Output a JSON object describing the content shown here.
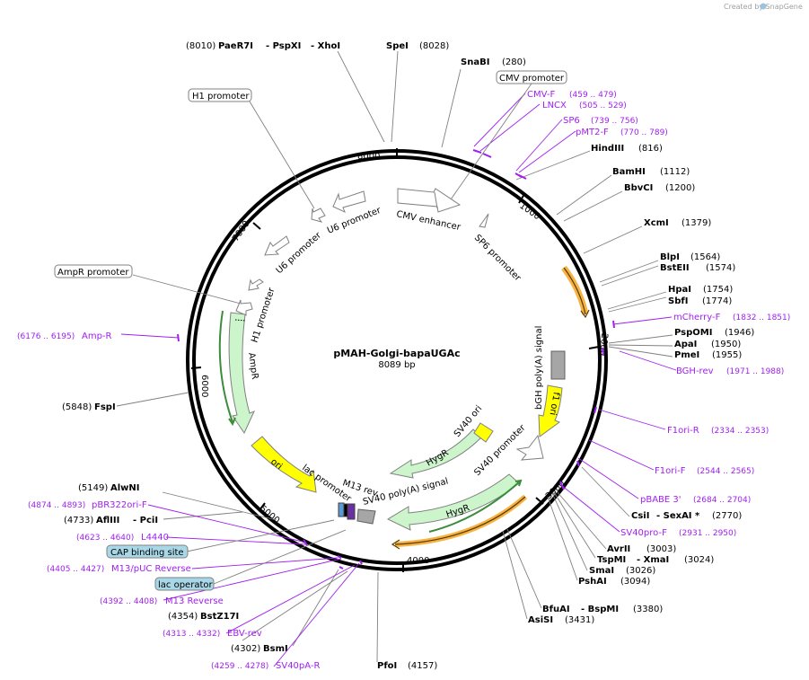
{
  "watermark": "Created by SnapGene",
  "center": {
    "name": "pMAH-Golgi-bapaUGAc",
    "length": "8089 bp"
  },
  "ticks": [
    "1000",
    "2000",
    "3000",
    "4000",
    "5000",
    "6000",
    "7000",
    "8000"
  ],
  "sites": [
    {
      "name": "PaeR7I",
      "pre": "(8010)",
      "post": ""
    },
    {
      "name": "- PspXI",
      "pre": "",
      "post": ""
    },
    {
      "name": "- XhoI",
      "pre": "",
      "post": ""
    },
    {
      "name": "SpeI",
      "pre": "",
      "post": "(8028)"
    },
    {
      "name": "SnaBI",
      "pre": "",
      "post": "(280)"
    },
    {
      "name": "HindIII",
      "pre": "",
      "post": "(816)"
    },
    {
      "name": "BamHI",
      "pre": "",
      "post": "(1112)"
    },
    {
      "name": "BbvCI",
      "pre": "",
      "post": "(1200)"
    },
    {
      "name": "XcmI",
      "pre": "",
      "post": "(1379)"
    },
    {
      "name": "BlpI",
      "pre": "",
      "post": "(1564)"
    },
    {
      "name": "BstEII",
      "pre": "",
      "post": "(1574)"
    },
    {
      "name": "HpaI",
      "pre": "",
      "post": "(1754)"
    },
    {
      "name": "SbfI",
      "pre": "",
      "post": "(1774)"
    },
    {
      "name": "PspOMI",
      "pre": "",
      "post": "(1946)"
    },
    {
      "name": "ApaI",
      "pre": "",
      "post": "(1950)"
    },
    {
      "name": "PmeI",
      "pre": "",
      "post": "(1955)"
    },
    {
      "name": "CsiI",
      "pre": "",
      "post": ""
    },
    {
      "name": "- SexAI *",
      "pre": "",
      "post": "(2770)"
    },
    {
      "name": "AvrII",
      "pre": "",
      "post": "(3003)"
    },
    {
      "name": "TspMI",
      "pre": "",
      "post": ""
    },
    {
      "name": "- XmaI",
      "pre": "",
      "post": "(3024)"
    },
    {
      "name": "SmaI",
      "pre": "",
      "post": "(3026)"
    },
    {
      "name": "PshAI",
      "pre": "",
      "post": "(3094)"
    },
    {
      "name": "BfuAI",
      "pre": "",
      "post": ""
    },
    {
      "name": "- BspMI",
      "pre": "",
      "post": "(3380)"
    },
    {
      "name": "AsiSI",
      "pre": "",
      "post": "(3431)"
    },
    {
      "name": "PfoI",
      "pre": "",
      "post": "(4157)"
    },
    {
      "name": "BsmI",
      "pre": "(4302)",
      "post": ""
    },
    {
      "name": "BstZ17I",
      "pre": "(4354)",
      "post": ""
    },
    {
      "name": "AflIII",
      "pre": "(4733)",
      "post": ""
    },
    {
      "name": "- PciI",
      "pre": "",
      "post": ""
    },
    {
      "name": "AlwNI",
      "pre": "(5149)",
      "post": ""
    },
    {
      "name": "FspI",
      "pre": "(5848)",
      "post": ""
    }
  ],
  "primers": [
    {
      "name": "CMV-F",
      "range": "(459 .. 479)"
    },
    {
      "name": "LNCX",
      "range": "(505 .. 529)"
    },
    {
      "name": "SP6",
      "range": "(739 .. 756)"
    },
    {
      "name": "pMT2-F",
      "range": "(770 .. 789)"
    },
    {
      "name": "mCherry-F",
      "range": "(1832 .. 1851)"
    },
    {
      "name": "BGH-rev",
      "range": "(1971 .. 1988)"
    },
    {
      "name": "F1ori-R",
      "range": "(2334 .. 2353)"
    },
    {
      "name": "F1ori-F",
      "range": "(2544 .. 2565)"
    },
    {
      "name": "pBABE 3'",
      "range": "(2684 .. 2704)"
    },
    {
      "name": "SV40pro-F",
      "range": "(2931 .. 2950)"
    },
    {
      "name": "SV40pA-R",
      "range": "(4259 .. 4278)"
    },
    {
      "name": "EBV-rev",
      "range": "(4313 .. 4332)"
    },
    {
      "name": "M13 Reverse",
      "range": "(4392 .. 4408)"
    },
    {
      "name": "M13/pUC Reverse",
      "range": "(4405 .. 4427)"
    },
    {
      "name": "L4440",
      "range": "(4623 .. 4640)"
    },
    {
      "name": "pBR322ori-F",
      "range": "(4874 .. 4893)"
    },
    {
      "name": "Amp-R",
      "range": "(6176 .. 6195)"
    }
  ],
  "boxed_labels": [
    "H1 promoter",
    "CMV promoter",
    "AmpR promoter",
    "CAP binding site",
    "lac operator"
  ],
  "features": [
    "CMV enhancer",
    "SP6 promoter",
    "U6 promoter",
    "U6 promoter",
    "H1 promoter",
    "AmpR",
    "ori",
    "lac promoter",
    "M13 rev",
    "SV40 poly(A) signal",
    "HygR",
    "HygR",
    "SV40 ori",
    "SV40 promoter",
    "bGH poly(A) signal",
    "f1 ori"
  ],
  "colors": {
    "primer": "#a020f0",
    "resistance": "#ccf5cc",
    "ori": "#ffff00",
    "orf_highlight": "#f5a623",
    "polyA": "#a6a6a6",
    "boxed_fill_blue": "#a8d8e8"
  }
}
